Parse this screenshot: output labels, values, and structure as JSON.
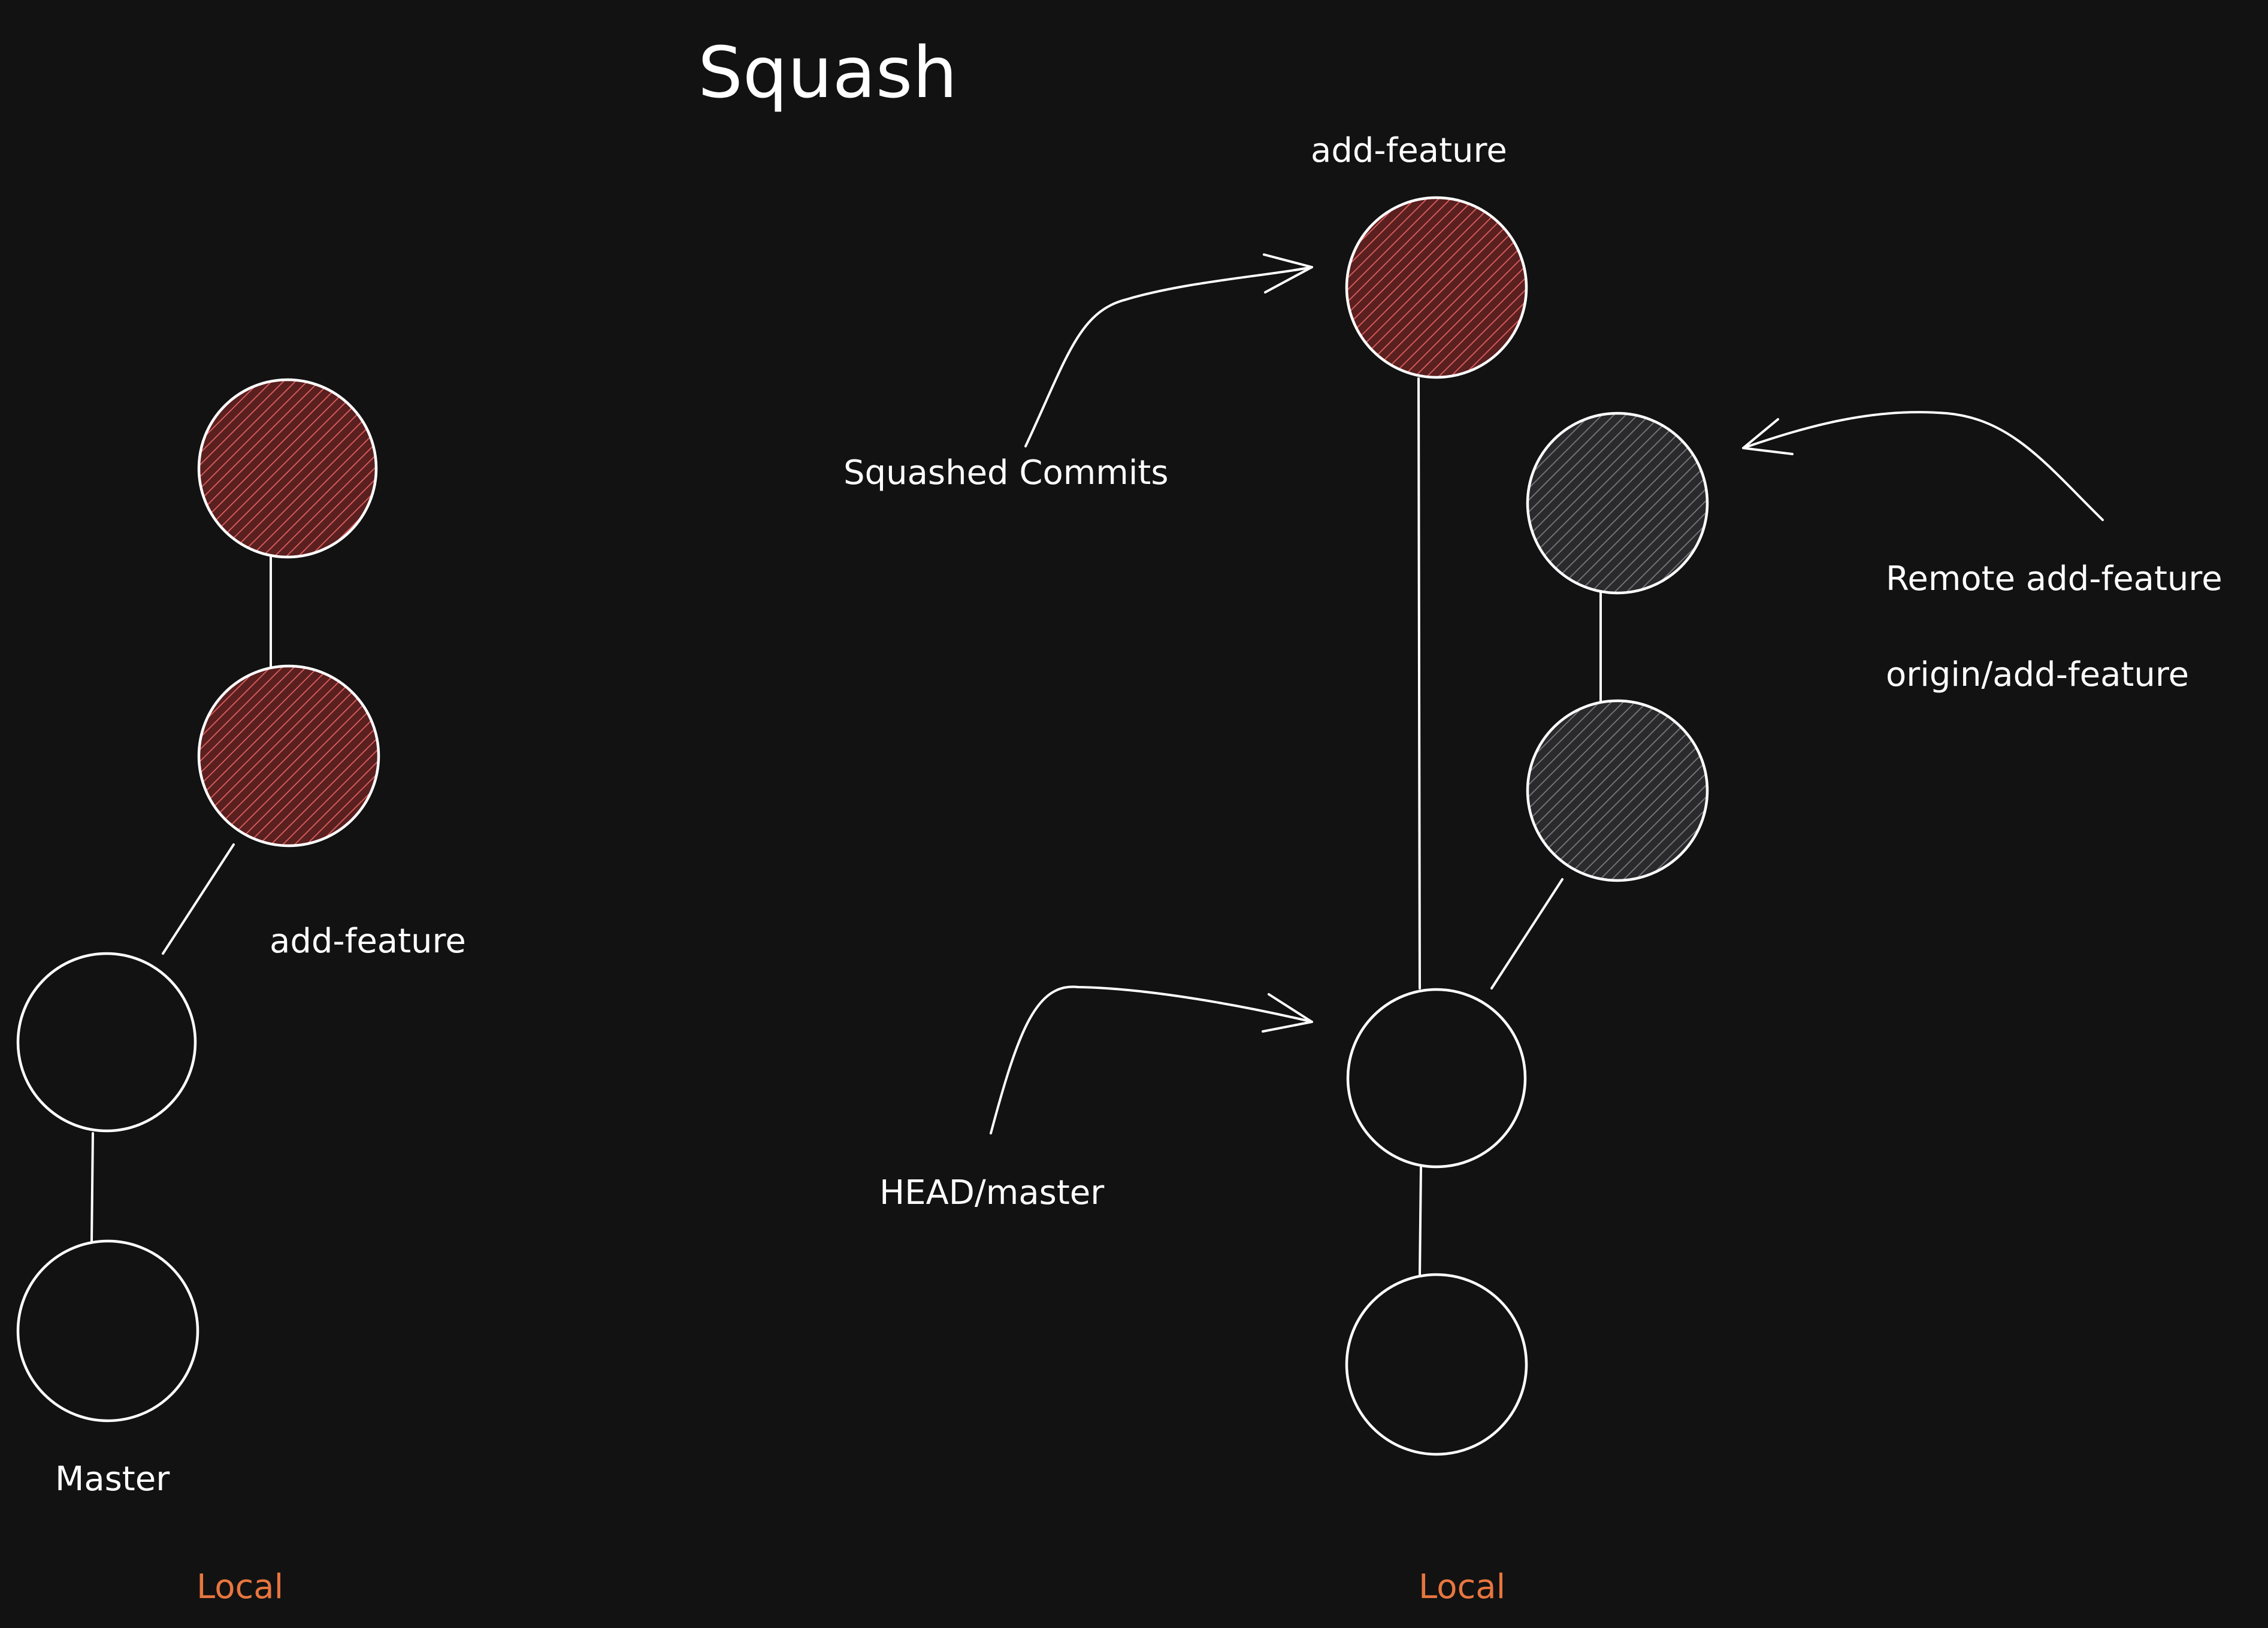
{
  "title": "Squash",
  "colors": {
    "background": "#121212",
    "stroke": "#ffffff",
    "feature_commit": "#d95a5a",
    "remote_commit": "#6e6e72",
    "local_label": "#e8763f"
  },
  "left": {
    "feature_label": "add-feature",
    "master_label": "Master",
    "local_label": "Local"
  },
  "right": {
    "feature_label": "add-feature",
    "squashed_label": "Squashed Commits",
    "head_label": "HEAD/master",
    "remote_label": "Remote add-feature",
    "origin_label": "origin/add-feature",
    "local_label": "Local"
  }
}
